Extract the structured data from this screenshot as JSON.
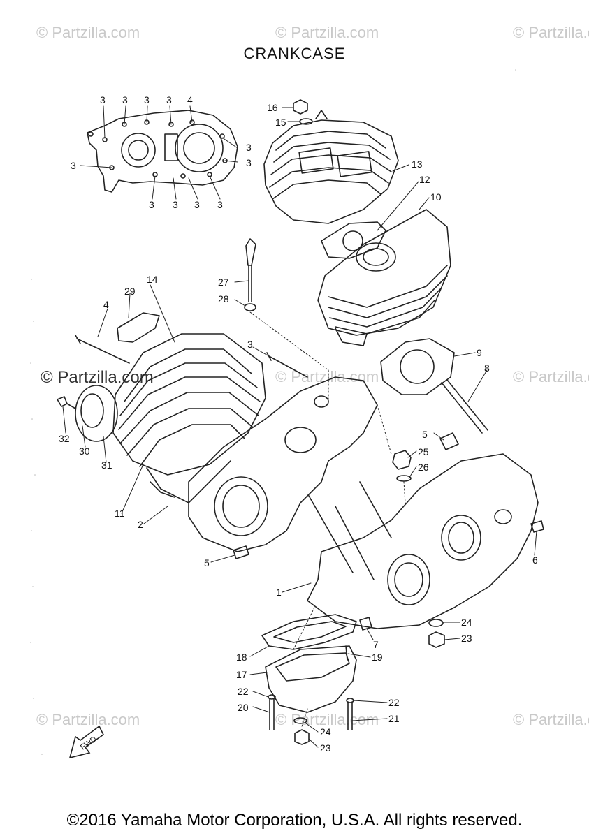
{
  "title": "CRANKCASE",
  "watermark": "© Partzilla.com",
  "watermark_dark": "© Partzilla.com",
  "copyright": "©2016 Yamaha Motor Corporation, U.S.A. All rights reserved.",
  "fwd_label": "FWD",
  "callouts": {
    "c1": "1",
    "c2": "2",
    "c3": "3",
    "c4": "4",
    "c5a": "5",
    "c5b": "5",
    "c6": "6",
    "c7": "7",
    "c8": "8",
    "c9": "9",
    "c10": "10",
    "c11": "11",
    "c12": "12",
    "c13": "13",
    "c14": "14",
    "c15": "15",
    "c16": "16",
    "c17": "17",
    "c18": "18",
    "c19": "19",
    "c20": "20",
    "c21": "21",
    "c22a": "22",
    "c22b": "22",
    "c23a": "23",
    "c23b": "23",
    "c24a": "24",
    "c24b": "24",
    "c25": "25",
    "c26": "26",
    "c27": "27",
    "c28": "28",
    "c29": "29",
    "c30": "30",
    "c31": "31",
    "c32": "32",
    "c4b": "4"
  },
  "inset_callouts": [
    "3",
    "3",
    "3",
    "3",
    "4",
    "3",
    "3",
    "3",
    "3",
    "3",
    "3",
    "3"
  ]
}
